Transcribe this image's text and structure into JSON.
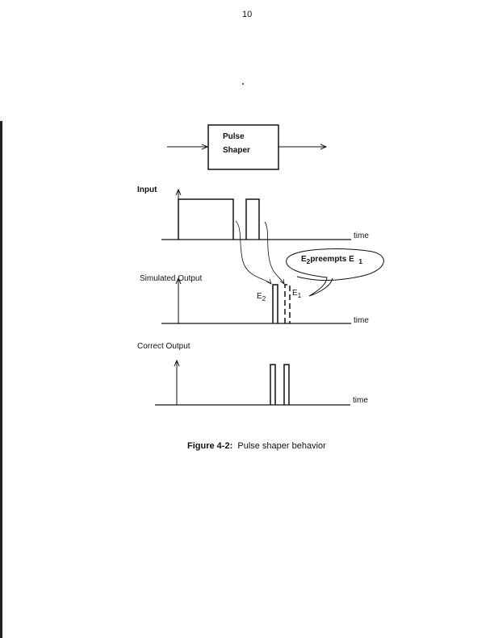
{
  "page_number": "10",
  "block": {
    "line1": "Pulse",
    "line2": "Shaper"
  },
  "plots": {
    "input": {
      "label": "Input",
      "axis_label": "time"
    },
    "simulated": {
      "label": "Simulated Output",
      "axis_label": "time",
      "e2": "E",
      "e2_sub": "2",
      "e1": "E",
      "e1_sub": "1",
      "callout": {
        "pre": "E",
        "pre_sub": "2",
        "mid": "preempts E",
        "post_sub": "1"
      }
    },
    "correct": {
      "label": "Correct Output",
      "axis_label": "time"
    }
  },
  "caption": {
    "label": "Figure 4-2:",
    "text": "Pulse shaper behavior"
  }
}
